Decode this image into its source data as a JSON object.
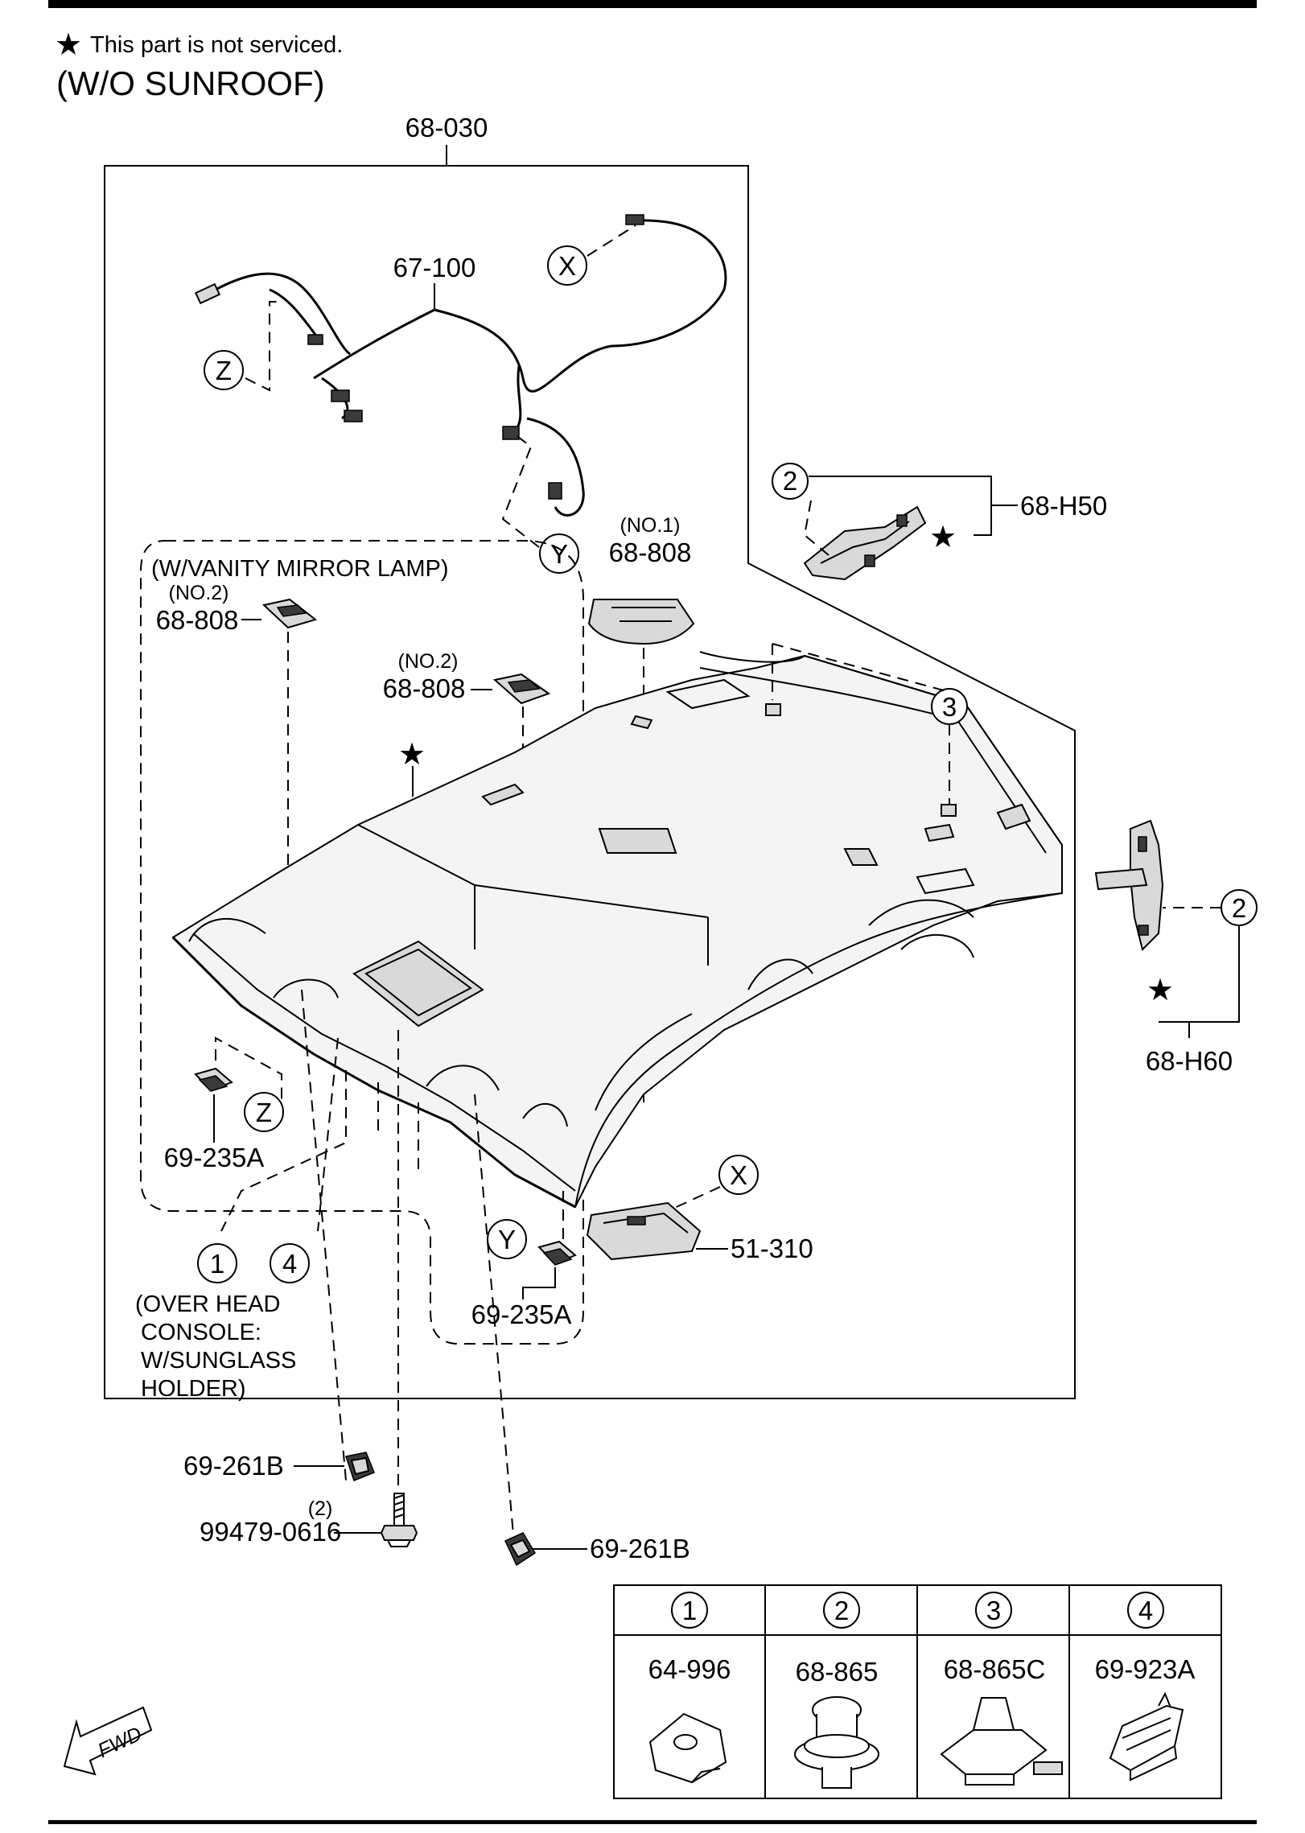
{
  "note": {
    "symbol": "★",
    "text": "This part is not serviced."
  },
  "title": "(W/O SUNROOF)",
  "labels": {
    "headliner": "68-030",
    "harness": "67-100",
    "bracket_h50": "68-H50",
    "bracket_h60": "68-H60",
    "vanity_group": "(W/VANITY MIRROR LAMP)",
    "lamp_no1_qual": "(NO.1)",
    "lamp_no1": "68-808",
    "lamp_no2a_qual": "(NO.2)",
    "lamp_no2a": "68-808",
    "lamp_no2b_qual": "(NO.2)",
    "lamp_no2b": "68-808",
    "clip_z": "69-235A",
    "clip_y": "69-235A",
    "map_lamp": "51-310",
    "holder_left": "69-261B",
    "holder_right": "69-261B",
    "bolt_qty": "(2)",
    "bolt": "99479-0616",
    "console_note": [
      "(OVER HEAD",
      "CONSOLE:",
      "W/SUNGLASS",
      "HOLDER)"
    ],
    "fwd": "FWD"
  },
  "callouts": {
    "x_top": "X",
    "x_lamp": "X",
    "y_top": "Y",
    "y_clip": "Y",
    "z_top": "Z",
    "z_clip": "Z",
    "c2_h50": "2",
    "c2_h60": "2",
    "c3": "3",
    "c1": "1",
    "c4": "4"
  },
  "table": {
    "headers": [
      "1",
      "2",
      "3",
      "4"
    ],
    "parts": [
      "64-996",
      "68-865",
      "68-865C",
      "69-923A"
    ]
  }
}
